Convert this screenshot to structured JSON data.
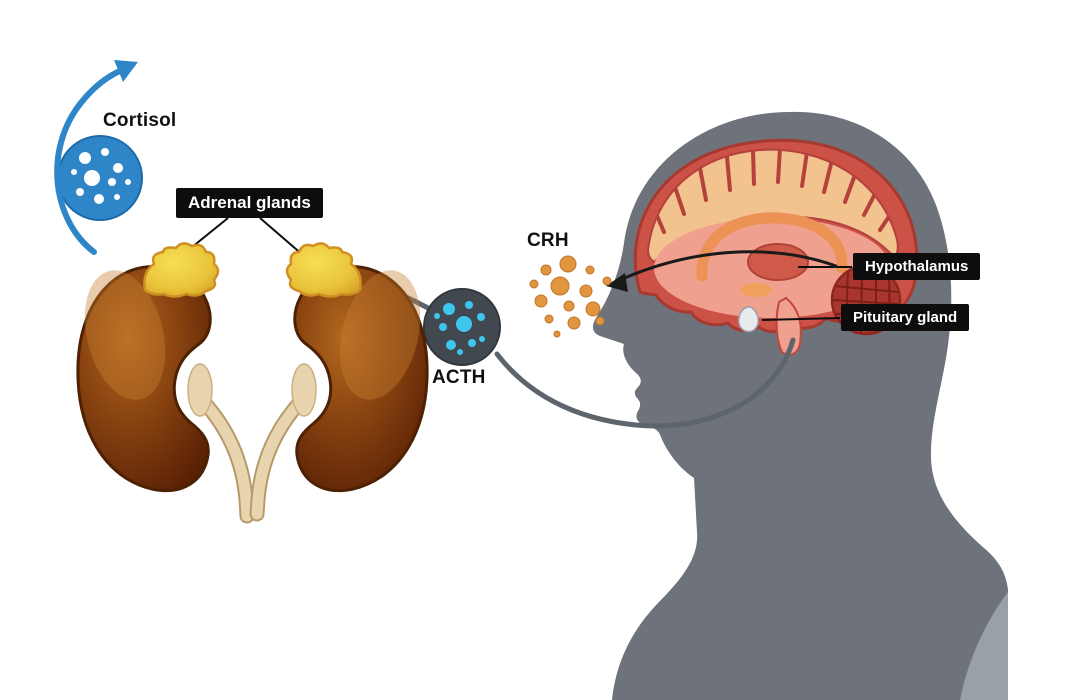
{
  "labels": {
    "cortisol": "Cortisol",
    "adrenal_glands": "Adrenal glands",
    "crh": "CRH",
    "acth": "ACTH",
    "hypothalamus": "Hypothalamus",
    "pituitary_gland": "Pituitary gland"
  },
  "colors": {
    "background": "#ffffff",
    "silhouette_gray": "#6e737b",
    "silhouette_light_gray": "#9aa0a8",
    "cortisol_blue": "#2e86c8",
    "crh_orange": "#e2953f",
    "acth_circle_dark": "#41484f",
    "acth_dot_cyan": "#3ec6ee",
    "kidney_brown": "#7a3b0c",
    "adrenal_yellow": "#eec83d",
    "ureter_cream": "#e8d5b0",
    "brain_red": "#cc5146",
    "brain_pink": "#f0a08f",
    "cortex_tan": "#f2c28f",
    "cerebellum_red": "#aa352c",
    "label_box_bg": "#0d0d0d",
    "label_box_text": "#ffffff",
    "arrow_gray": "#5d646c",
    "arrow_black": "#1a1a1a"
  }
}
